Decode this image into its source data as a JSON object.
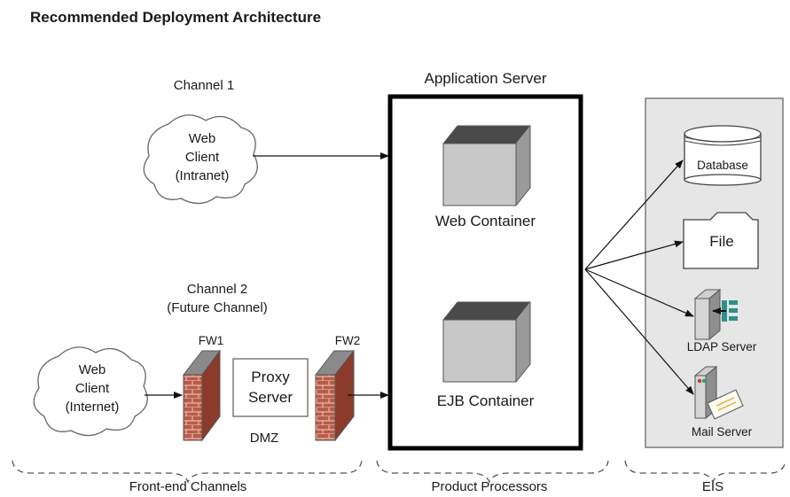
{
  "title": "Recommended Deployment Architecture",
  "channel1": {
    "label": "Channel 1",
    "client_lines": [
      "Web",
      "Client",
      "(Intranet)"
    ]
  },
  "channel2": {
    "label_lines": [
      "Channel 2",
      "(Future Channel)"
    ],
    "client_lines": [
      "Web",
      "Client",
      "(Internet)"
    ],
    "fw1": "FW1",
    "fw2": "FW2",
    "proxy_lines": [
      "Proxy",
      "Server"
    ],
    "dmz": "DMZ"
  },
  "app_server": {
    "title": "Application Server",
    "web_container": "Web Container",
    "ejb_container": "EJB Container"
  },
  "eis": {
    "database": "Database",
    "file": "File",
    "ldap": "LDAP Server",
    "mail": "Mail Server"
  },
  "groups": {
    "front_end": "Front-end Channels",
    "product": "Product Processors",
    "eis": "EIS"
  },
  "colors": {
    "cube_face": "#c8c8c8",
    "cube_dark": "#2b2b2b",
    "eis_panel": "#e6e6e6",
    "brick": "#b85c4a",
    "mortar": "#e8b8a8"
  }
}
